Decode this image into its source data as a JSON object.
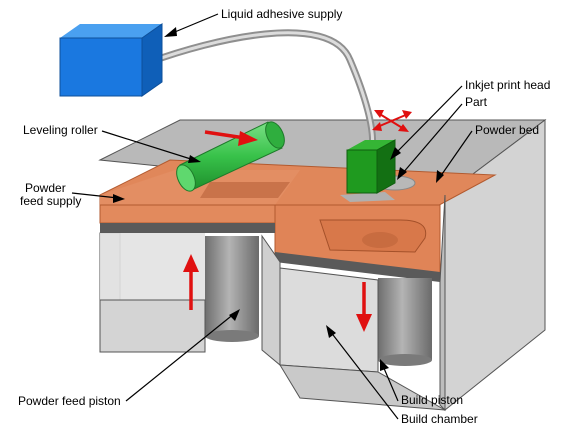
{
  "labels": {
    "liquid_adhesive_supply": "Liquid adhesive supply",
    "inkjet_print_head": "Inkjet print head",
    "part": "Part",
    "powder_bed": "Powder bed",
    "leveling_roller": "Leveling roller",
    "powder_feed_supply_line1": "Powder",
    "powder_feed_supply_line2": "feed supply",
    "powder_feed_piston": "Powder feed piston",
    "build_piston": "Build piston",
    "build_chamber": "Build chamber"
  },
  "colors": {
    "adhesive_tank": "#1a78e0",
    "print_head": "#1f9a1f",
    "roller": "#3ecb4f",
    "powder": "#e0875a",
    "housing": "#cfcfcf",
    "piston": "#8a8a8a",
    "motion_arrow": "#e01010"
  }
}
